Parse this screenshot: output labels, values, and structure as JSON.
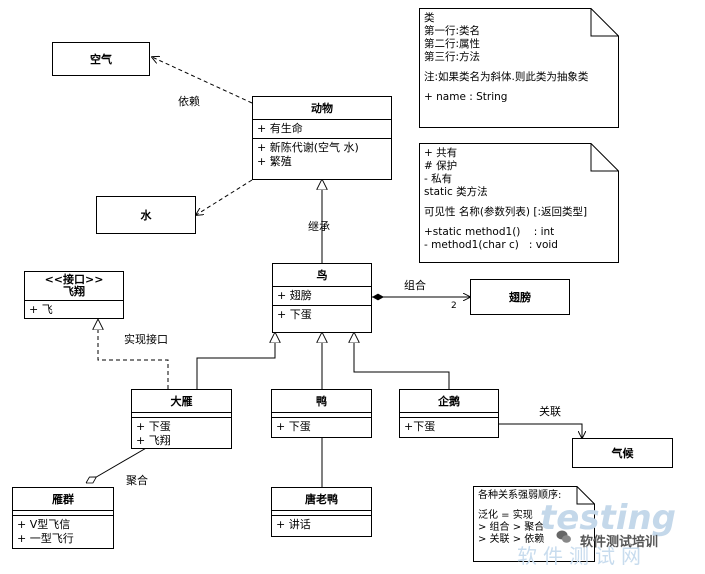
{
  "classes": {
    "air": {
      "name": "空气"
    },
    "water": {
      "name": "水"
    },
    "animal": {
      "name": "动物",
      "attributes": [
        "+ 有生命"
      ],
      "methods": [
        "+ 新陈代谢(空气 水)",
        "+ 繁殖"
      ]
    },
    "bird": {
      "name": "鸟",
      "attributes": [
        "+ 翅膀"
      ],
      "methods": [
        "+ 下蛋"
      ]
    },
    "wing": {
      "name": "翅膀"
    },
    "fly_interface": {
      "stereotype": "<<接口>>",
      "name": "飞翔",
      "methods": [
        "+ 飞"
      ]
    },
    "goose": {
      "name": "大雁",
      "methods": [
        "+ 下蛋",
        "+ 飞翔"
      ]
    },
    "duck": {
      "name": "鸭",
      "methods": [
        "+ 下蛋"
      ]
    },
    "penguin": {
      "name": "企鹅",
      "methods": [
        "+下蛋"
      ]
    },
    "climate": {
      "name": "气候"
    },
    "goose_flock": {
      "name": "雁群",
      "methods": [
        "+ V型飞信",
        "+ 一型飞行"
      ]
    },
    "donald": {
      "name": "唐老鸭",
      "methods": [
        "+ 讲话"
      ]
    }
  },
  "relation_labels": {
    "dependency": "依赖",
    "inheritance": "继承",
    "composition": "组合",
    "composition_multiplicity": "2",
    "realization": "实现接口",
    "aggregation": "聚合",
    "association": "关联"
  },
  "notes": {
    "class_note": [
      "类",
      "第一行:类名",
      "第二行:属性",
      "第三行:方法",
      "",
      "注:如果类名为斜体.则此类为抽象类",
      "",
      "+ name : String"
    ],
    "visibility_note": [
      "+ 共有",
      "# 保护",
      "- 私有",
      "static 类方法",
      "",
      "可见性 名称(参数列表) [:返回类型]",
      "",
      "+static method1()    : int",
      "- method1(char c)   : void"
    ],
    "relations_note": [
      "各种关系强弱顺序:",
      "",
      "泛化 = 实现",
      "> 组合 > 聚合",
      "> 关联 > 依赖"
    ]
  },
  "watermark": {
    "logo": "testing",
    "brand": "软件测试培训",
    "sub": "软件测试网"
  }
}
